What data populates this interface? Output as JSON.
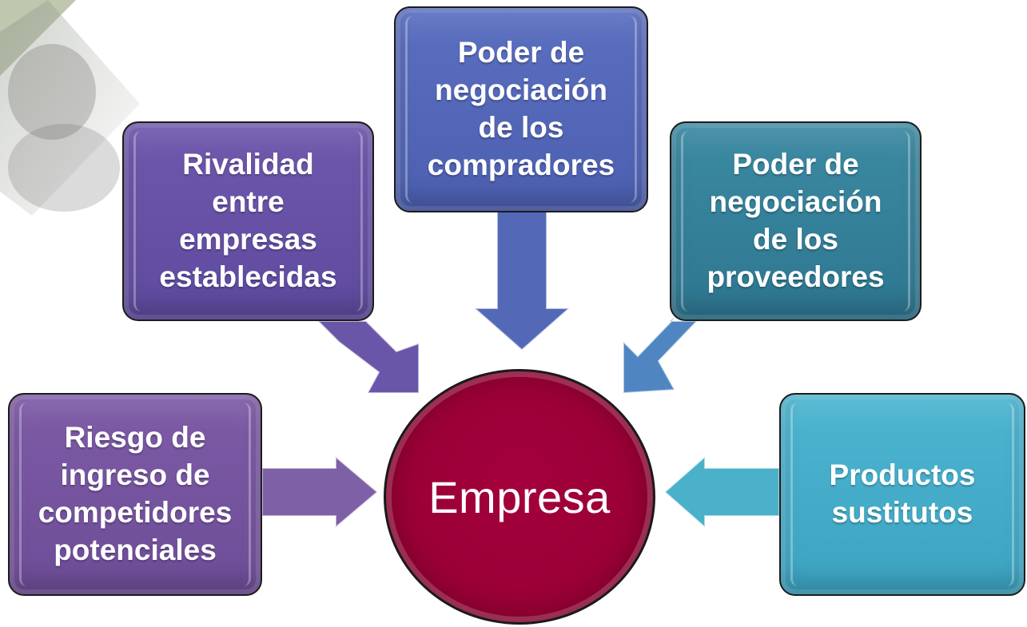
{
  "diagram": {
    "center": {
      "label": "Empresa",
      "color": "#9a0036"
    },
    "forces": [
      {
        "key": "rivalry",
        "label": "Rivalidad\nentre\nempresas\nestablecidas",
        "color": "#6451a3"
      },
      {
        "key": "buyers",
        "label": "Poder de\nnegociación\nde los\ncompradores",
        "color": "#5266b8"
      },
      {
        "key": "suppliers",
        "label": "Poder de\nnegociación\nde los\nproveedores",
        "color": "#337e97"
      },
      {
        "key": "entrants",
        "label": "Riesgo de\ningreso de\ncompetidores\npotenciales",
        "color": "#74539f"
      },
      {
        "key": "substitutes",
        "label": "Productos\nsustitutos",
        "color": "#45adc9"
      }
    ],
    "arrow_colors": {
      "rivalry": "#6a56a8",
      "buyers": "#5468b8",
      "suppliers": "#4f86c2",
      "entrants": "#7e60a6",
      "substitutes": "#4bb0ca"
    }
  }
}
